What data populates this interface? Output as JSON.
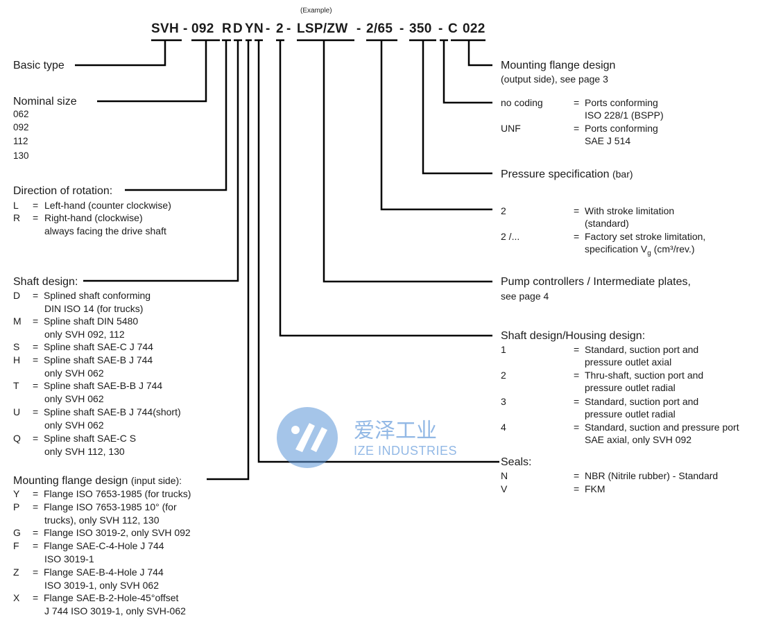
{
  "header": {
    "example": "(Example)",
    "segments": [
      {
        "id": "svh",
        "text": "SVH"
      },
      {
        "id": "d1",
        "text": "-"
      },
      {
        "id": "size",
        "text": "092"
      },
      {
        "id": "rot",
        "text": "R"
      },
      {
        "id": "shaft",
        "text": "D"
      },
      {
        "id": "flange_in",
        "text": "Y"
      },
      {
        "id": "seal",
        "text": "N"
      },
      {
        "id": "d2",
        "text": "-"
      },
      {
        "id": "housing",
        "text": "2"
      },
      {
        "id": "d3",
        "text": "-"
      },
      {
        "id": "ctrl",
        "text": "LSP/ZW"
      },
      {
        "id": "d4",
        "text": "-"
      },
      {
        "id": "stroke",
        "text": "2/65"
      },
      {
        "id": "d5",
        "text": "-"
      },
      {
        "id": "pressure",
        "text": "350"
      },
      {
        "id": "d6",
        "text": "-"
      },
      {
        "id": "coding",
        "text": "C"
      },
      {
        "id": "flange_out",
        "text": "022"
      }
    ]
  },
  "left": {
    "basic_type": "Basic type",
    "nominal_size": {
      "title": "Nominal size",
      "values": [
        "062",
        "092",
        "112",
        "130"
      ]
    },
    "rotation": {
      "title": "Direction of rotation:",
      "items": [
        {
          "code": "L",
          "eq": "=",
          "desc": "Left-hand (counter clockwise)"
        },
        {
          "code": "R",
          "eq": "=",
          "desc": "Right-hand (clockwise)"
        }
      ],
      "note": "always facing the drive shaft"
    },
    "shaft": {
      "title": "Shaft design:",
      "items": [
        {
          "code": "D",
          "eq": "=",
          "desc": "Splined shaft conforming",
          "desc2": "DIN ISO 14 (for trucks)"
        },
        {
          "code": "M",
          "eq": "=",
          "desc": "Spline shaft DIN 5480",
          "desc2": "only SVH 092, 112"
        },
        {
          "code": "S",
          "eq": "=",
          "desc": "Spline shaft SAE-C J 744",
          "desc2": ""
        },
        {
          "code": "H",
          "eq": "=",
          "desc": "Spline shaft SAE-B J 744",
          "desc2": "only SVH 062"
        },
        {
          "code": "T",
          "eq": "=",
          "desc": "Spline shaft SAE-B-B J 744",
          "desc2": "only SVH 062"
        },
        {
          "code": "U",
          "eq": "=",
          "desc": "Spline shaft SAE-B J 744(short)",
          "desc2": "only SVH 062"
        },
        {
          "code": "Q",
          "eq": "=",
          "desc": "Spline shaft SAE-C S",
          "desc2": "only SVH 112, 130"
        }
      ]
    },
    "flange_in": {
      "title": "Mounting flange design",
      "title_suffix": "(input side):",
      "items": [
        {
          "code": "Y",
          "eq": "=",
          "desc": "Flange ISO 7653-1985 (for trucks)",
          "desc2": ""
        },
        {
          "code": "P",
          "eq": "=",
          "desc": "Flange ISO 7653-1985 10° (for",
          "desc2": "trucks), only SVH 112, 130"
        },
        {
          "code": "G",
          "eq": "=",
          "desc": "Flange ISO 3019-2, only SVH 092",
          "desc2": ""
        },
        {
          "code": "F",
          "eq": "=",
          "desc": "Flange SAE-C-4-Hole J 744",
          "desc2": "ISO 3019-1"
        },
        {
          "code": "Z",
          "eq": "=",
          "desc": "Flange SAE-B-4-Hole J 744",
          "desc2": "ISO 3019-1, only SVH 062"
        },
        {
          "code": "X",
          "eq": "=",
          "desc": "Flange SAE-B-2-Hole-45°offset",
          "desc2": "J 744 ISO 3019-1, only SVH-062"
        }
      ]
    }
  },
  "right": {
    "flange_out": {
      "title": "Mounting flange design",
      "line2": "(output side), see page 3"
    },
    "coding": [
      {
        "code": "no coding",
        "eq": "=",
        "desc": "Ports conforming",
        "desc2": "ISO 228/1 (BSPP)"
      },
      {
        "code": "UNF",
        "eq": "=",
        "desc": "Ports conforming",
        "desc2": "SAE J 514"
      }
    ],
    "pressure": {
      "title": "Pressure specification",
      "suffix": "(bar)"
    },
    "stroke": [
      {
        "code": "2",
        "eq": "=",
        "desc": "With stroke limitation",
        "desc2": "(standard)"
      },
      {
        "code": "2 /...",
        "eq": "=",
        "desc": "Factory set stroke limitation,",
        "desc2a": "specification V",
        "desc2sub": "g",
        "desc2b": " (cm³/rev.)"
      }
    ],
    "controllers": {
      "title": "Pump controllers / Intermediate plates,",
      "line2": "see page 4"
    },
    "housing": {
      "title": "Shaft design/Housing design:",
      "items": [
        {
          "code": "1",
          "eq": "=",
          "desc": "Standard, suction port and",
          "desc2": "pressure outlet axial"
        },
        {
          "code": "2",
          "eq": "=",
          "desc": "Thru-shaft, suction port and",
          "desc2": "pressure outlet radial"
        },
        {
          "code": "3",
          "eq": "=",
          "desc": "Standard, suction port and",
          "desc2": "pressure outlet radial"
        },
        {
          "code": "4",
          "eq": "=",
          "desc": "Standard, suction and pressure port",
          "desc2": "SAE axial, only SVH 092"
        }
      ]
    },
    "seals": {
      "title": "Seals:",
      "items": [
        {
          "code": "N",
          "eq": "=",
          "desc": "NBR (Nitrile rubber) - Standard"
        },
        {
          "code": "V",
          "eq": "=",
          "desc": "FKM"
        }
      ]
    }
  },
  "watermark": {
    "cn": "爱泽工业",
    "en": "IZE INDUSTRIES",
    "color": "#3a7fd1"
  }
}
